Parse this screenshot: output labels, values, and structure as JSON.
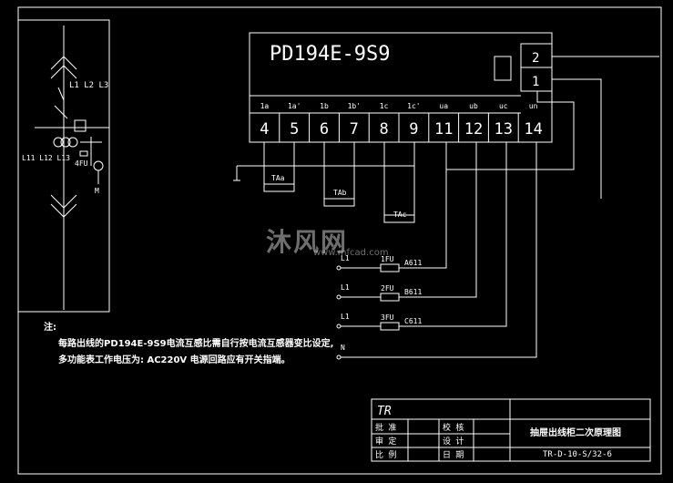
{
  "meter": {
    "model": "PD194E-9S9",
    "top_labels": [
      "1a",
      "1a'",
      "1b",
      "1b'",
      "1c",
      "1c'",
      "ua",
      "ub",
      "uc",
      "un"
    ],
    "terminals": [
      "4",
      "5",
      "6",
      "7",
      "8",
      "9",
      "11",
      "12",
      "13",
      "14"
    ],
    "side_terminals": [
      "2",
      "1"
    ]
  },
  "single_line": {
    "bus_label": "L1 L2 L3",
    "ct_label": "L11 L12 L13",
    "fuse_label": "4FU",
    "meter_symbol": "M"
  },
  "cts": [
    "TAa",
    "TAb",
    "TAc"
  ],
  "fuses": [
    {
      "line": "L1",
      "fuse": "1FU",
      "tag": "A611"
    },
    {
      "line": "L1",
      "fuse": "2FU",
      "tag": "B611"
    },
    {
      "line": "L1",
      "fuse": "3FU",
      "tag": "C611"
    }
  ],
  "neutral": "N",
  "notes": {
    "title": "注:",
    "line1": "每路出线的PD194E-9S9电流互感比需自行按电流互感器变比设定,",
    "line2": "多功能表工作电压为: AC220V  电源回路应有开关指端。"
  },
  "title_block": {
    "logo": "TR",
    "drawing_title": "抽屉出线柜二次原理图",
    "drawing_no": "TR-D-10-S/32-6",
    "rows": [
      {
        "a": "批 准",
        "b": "校 核"
      },
      {
        "a": "审 定",
        "b": "设 计"
      },
      {
        "a": "比 例",
        "b": "日 期"
      }
    ]
  },
  "watermark": {
    "text": "沐风网",
    "url": "www.mfcad.com"
  }
}
